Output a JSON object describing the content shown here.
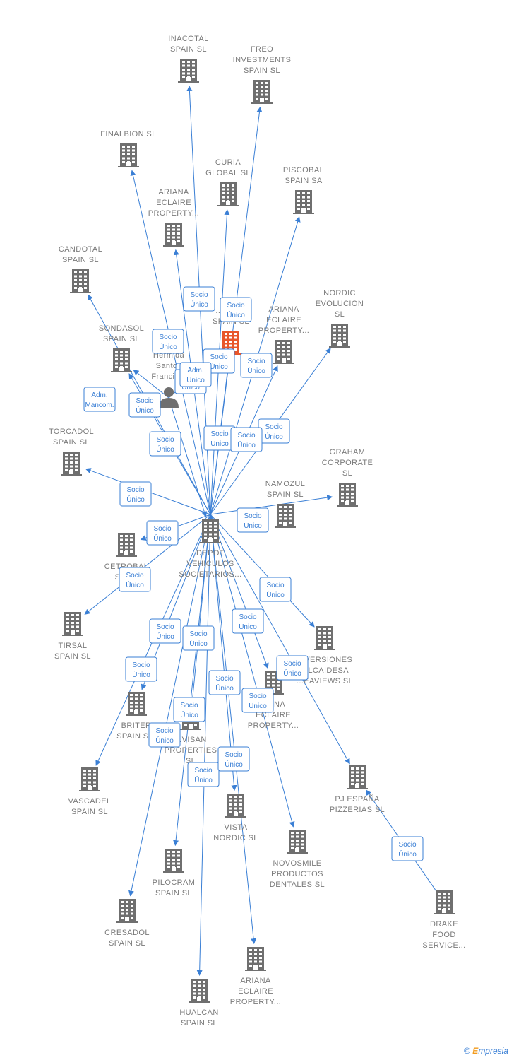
{
  "colors": {
    "edge": "#3a7fd5",
    "company": "#6f6f6f",
    "highlight": "#e8562a",
    "person": "#6f6f6f"
  },
  "brand": {
    "copyright": "©",
    "initial": "E",
    "name": "mpresia"
  },
  "nodes": [
    {
      "id": "center",
      "icon": "building-icon",
      "lines": [
        "DEPOT",
        "VEHICULOS",
        "SOCIETARIOS..."
      ]
    },
    {
      "id": "inacotal",
      "icon": "building-icon",
      "lines": [
        "INACOTAL",
        "SPAIN SL"
      ]
    },
    {
      "id": "freo",
      "icon": "building-icon",
      "lines": [
        "FREO",
        "INVESTMENTS",
        "SPAIN SL"
      ]
    },
    {
      "id": "finalbion",
      "icon": "building-icon",
      "lines": [
        "FINALBION SL"
      ]
    },
    {
      "id": "curia",
      "icon": "building-icon",
      "lines": [
        "CURIA",
        "GLOBAL SL"
      ]
    },
    {
      "id": "piscobal",
      "icon": "building-icon",
      "lines": [
        "PISCOBAL",
        "SPAIN SA"
      ]
    },
    {
      "id": "ariana1",
      "icon": "building-icon",
      "lines": [
        "ARIANA",
        "ECLAIRE",
        "PROPERTY..."
      ]
    },
    {
      "id": "candotal",
      "icon": "building-icon",
      "lines": [
        "CANDOTAL",
        "SPAIN SL"
      ]
    },
    {
      "id": "nordic",
      "icon": "building-icon",
      "lines": [
        "NORDIC",
        "EVOLUCION",
        "SL"
      ]
    },
    {
      "id": "highlight",
      "icon": "building-icon",
      "lines": [
        "...TO...L",
        "SPAIN SL"
      ]
    },
    {
      "id": "ariana2",
      "icon": "building-icon",
      "lines": [
        "ARIANA",
        "ECLAIRE",
        "PROPERTY..."
      ]
    },
    {
      "id": "sondasol",
      "icon": "building-icon",
      "lines": [
        "SONDASOL",
        "SPAIN SL"
      ]
    },
    {
      "id": "person",
      "icon": "person-icon",
      "lines": [
        "Hermida",
        "Santos",
        "Francis..."
      ]
    },
    {
      "id": "torcadol",
      "icon": "building-icon",
      "lines": [
        "TORCADOL",
        "SPAIN SL"
      ]
    },
    {
      "id": "graham",
      "icon": "building-icon",
      "lines": [
        "GRAHAM",
        "CORPORATE",
        "SL"
      ]
    },
    {
      "id": "namozul",
      "icon": "building-icon",
      "lines": [
        "NAMOZUL",
        "SPAIN SL"
      ]
    },
    {
      "id": "cetrobal",
      "icon": "building-icon",
      "lines": [
        "CETROBAL",
        "SPA..."
      ]
    },
    {
      "id": "tirsal",
      "icon": "building-icon",
      "lines": [
        "TIRSAL",
        "SPAIN SL"
      ]
    },
    {
      "id": "inversiones",
      "icon": "building-icon",
      "lines": [
        "...VERSIONES",
        "...LCAIDESA",
        "...EAVIEWS SL"
      ]
    },
    {
      "id": "ariana3",
      "icon": "building-icon",
      "lines": [
        "...ANA",
        "ECLAIRE",
        "PROPERTY..."
      ]
    },
    {
      "id": "briter",
      "icon": "building-icon",
      "lines": [
        "BRITER",
        "SPAIN S..."
      ]
    },
    {
      "id": "avisan",
      "icon": "building-icon",
      "lines": [
        "...VISAN",
        "PROPERTIES",
        "SL"
      ]
    },
    {
      "id": "vascadel",
      "icon": "building-icon",
      "lines": [
        "VASCADEL",
        "SPAIN SL"
      ]
    },
    {
      "id": "pjespana",
      "icon": "building-icon",
      "lines": [
        "PJ ESPAÑA",
        "PIZZERIAS SL"
      ]
    },
    {
      "id": "vista",
      "icon": "building-icon",
      "lines": [
        "VISTA",
        "NORDIC SL"
      ]
    },
    {
      "id": "novosmile",
      "icon": "building-icon",
      "lines": [
        "NOVOSMILE",
        "PRODUCTOS",
        "DENTALES SL"
      ]
    },
    {
      "id": "pilocram",
      "icon": "building-icon",
      "lines": [
        "PILOCRAM",
        "SPAIN SL"
      ]
    },
    {
      "id": "drake",
      "icon": "building-icon",
      "lines": [
        "DRAKE",
        "FOOD",
        "SERVICE..."
      ]
    },
    {
      "id": "cresadol",
      "icon": "building-icon",
      "lines": [
        "CRESADOL",
        "SPAIN SL"
      ]
    },
    {
      "id": "ariana4",
      "icon": "building-icon",
      "lines": [
        "ARIANA",
        "ECLAIRE",
        "PROPERTY..."
      ]
    },
    {
      "id": "hualcan",
      "icon": "building-icon",
      "lines": [
        "HUALCAN",
        "SPAIN SL"
      ]
    }
  ],
  "edges": [
    {
      "from": "center",
      "to": "inacotal",
      "label": [
        "Socio",
        "Único"
      ]
    },
    {
      "from": "center",
      "to": "freo",
      "label": [
        "Socio",
        "Único"
      ]
    },
    {
      "from": "center",
      "to": "finalbion",
      "label": [
        "Socio",
        "Único"
      ]
    },
    {
      "from": "center",
      "to": "curia",
      "label": [
        "Socio",
        "Único"
      ]
    },
    {
      "from": "center",
      "to": "piscobal",
      "label": [
        "Socio",
        "Único"
      ]
    },
    {
      "from": "center",
      "to": "ariana1",
      "label": [
        "Socio",
        "Único"
      ]
    },
    {
      "from": "center",
      "to": "candotal",
      "label": [
        "Socio",
        "Único"
      ]
    },
    {
      "from": "center",
      "to": "nordic",
      "label": [
        "Socio",
        "Único"
      ]
    },
    {
      "from": "center",
      "to": "highlight",
      "label": [
        "Socio",
        "Único"
      ]
    },
    {
      "from": "center",
      "to": "ariana2",
      "label": [
        "Socio",
        "Único"
      ]
    },
    {
      "from": "center",
      "to": "sondasol",
      "label": [
        "Socio",
        "Único"
      ]
    },
    {
      "from": "person",
      "to": "center",
      "label": [
        "Adm.",
        "Unico"
      ]
    },
    {
      "from": "person",
      "to": "highlight",
      "label": [
        "Adm.",
        "Unico"
      ]
    },
    {
      "from": "person",
      "to": "sondasol",
      "label": [
        "Adm.",
        "Mancom."
      ]
    },
    {
      "from": "center",
      "to": "torcadol",
      "label": [
        "Socio",
        "Único"
      ]
    },
    {
      "from": "center",
      "to": "graham",
      "label": [
        "Socio",
        "Único"
      ]
    },
    {
      "from": "center",
      "to": "cetrobal",
      "label": [
        "Socio",
        "Único"
      ]
    },
    {
      "from": "center",
      "to": "tirsal",
      "label": [
        "Socio",
        "Único"
      ]
    },
    {
      "from": "center",
      "to": "inversiones",
      "label": [
        "Socio",
        "Único"
      ]
    },
    {
      "from": "center",
      "to": "ariana3",
      "label": [
        "Socio",
        "Único"
      ]
    },
    {
      "from": "center",
      "to": "briter",
      "label": [
        "Socio",
        "Único"
      ]
    },
    {
      "from": "center",
      "to": "avisan",
      "label": [
        "Socio",
        "Único"
      ]
    },
    {
      "from": "center",
      "to": "vascadel",
      "label": [
        "Socio",
        "Único"
      ]
    },
    {
      "from": "center",
      "to": "pjespana",
      "label": [
        "Socio",
        "Único"
      ]
    },
    {
      "from": "center",
      "to": "vista",
      "label": [
        "Socio",
        "Único"
      ]
    },
    {
      "from": "center",
      "to": "novosmile",
      "label": [
        "Socio",
        "Único"
      ]
    },
    {
      "from": "center",
      "to": "pilocram",
      "label": [
        "Socio",
        "Único"
      ]
    },
    {
      "from": "drake",
      "to": "pjespana",
      "label": [
        "Socio",
        "Único"
      ]
    },
    {
      "from": "center",
      "to": "cresadol",
      "label": [
        "Socio",
        "Único"
      ]
    },
    {
      "from": "center",
      "to": "ariana4",
      "label": [
        "Socio",
        "Único"
      ]
    },
    {
      "from": "center",
      "to": "hualcan",
      "label": [
        "Socio",
        "Único"
      ]
    }
  ]
}
